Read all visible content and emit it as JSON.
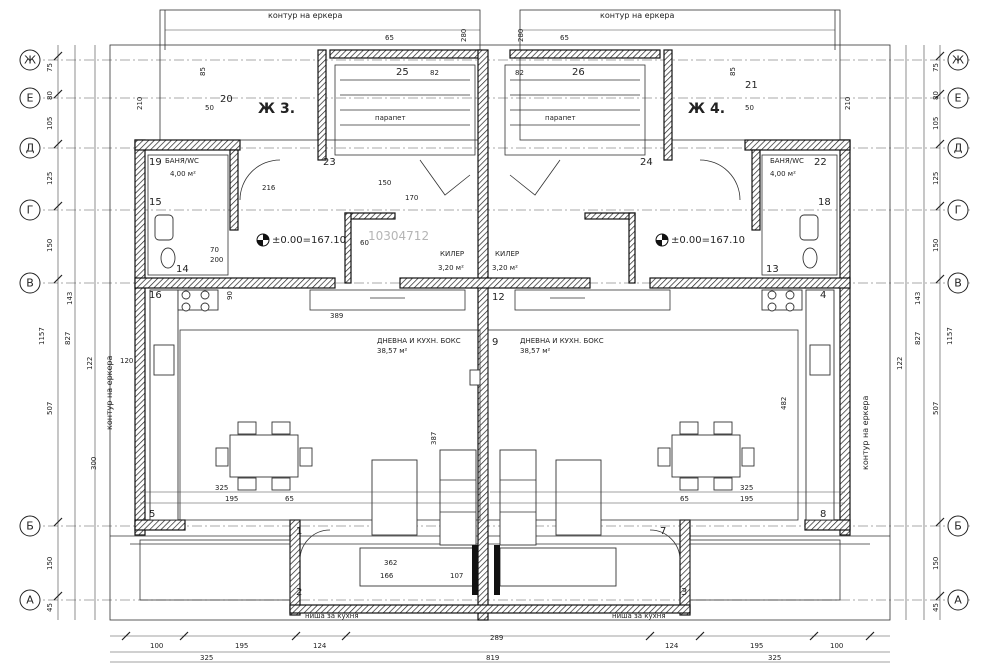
{
  "axes": {
    "rows": [
      "Ж",
      "Е",
      "Д",
      "Г",
      "В",
      "Б",
      "А"
    ]
  },
  "labels": {
    "bay_contour_top_left": "контур на еркера",
    "bay_contour_top_right": "контур на еркера",
    "bay_contour_side_left": "контур на еркера",
    "bay_contour_side_right": "контур на еркера",
    "unit_left": "Ж 3.",
    "unit_right": "Ж 4.",
    "bath_left": "БАНЯ/WC",
    "bath_left_area": "4,00 м²",
    "bath_right": "БАНЯ/WC",
    "bath_right_area": "4,00 м²",
    "level_left": "±0.00=167.10",
    "level_right": "±0.00=167.10",
    "pantry_left": "КИЛЕР",
    "pantry_left_area": "3,20 м²",
    "pantry_right": "КИЛЕР",
    "pantry_right_area": "3,20 м²",
    "living_left": "ДНЕВНА И КУХН. БОКС",
    "living_left_area": "38,57 м²",
    "living_right": "ДНЕВНА И КУХН. БОКС",
    "living_right_area": "38,57 м²",
    "parapet_left": "парапет",
    "parapet_right": "парапет",
    "watermark": "10304712",
    "niche_left": "ниша за кухня",
    "niche_right": "ниша за кухня"
  },
  "dims": {
    "bottom_row1": [
      "100",
      "195",
      "124",
      "289",
      "124",
      "195",
      "100"
    ],
    "bottom_total": "819",
    "bottom_parts": [
      "325",
      "325"
    ],
    "inner_row": [
      "325",
      "195",
      "65",
      "65",
      "195",
      "325"
    ],
    "left_side": [
      "75",
      "80",
      "105",
      "125",
      "150",
      "143",
      "122",
      "507",
      "150",
      "45"
    ],
    "left_total": "1157",
    "left_sub": "827",
    "right_side": [
      "75",
      "80",
      "105",
      "125",
      "150",
      "143",
      "122",
      "507",
      "150",
      "45"
    ],
    "right_total": "1157",
    "right_sub": "827",
    "top_left": [
      "210",
      "85",
      "50",
      "65",
      "82",
      "280"
    ],
    "top_right": [
      "280",
      "65",
      "82",
      "85",
      "210",
      "50"
    ],
    "room_misc": [
      "389",
      "482",
      "387",
      "300",
      "216",
      "90",
      "70",
      "200",
      "60",
      "150",
      "170",
      "120",
      "362",
      "166",
      "107"
    ],
    "column_numbers": [
      "19",
      "15",
      "14",
      "16",
      "5",
      "1",
      "2",
      "7",
      "9",
      "12",
      "22",
      "18",
      "13",
      "4",
      "8",
      "3",
      "25",
      "26",
      "23",
      "24",
      "20",
      "21"
    ]
  }
}
